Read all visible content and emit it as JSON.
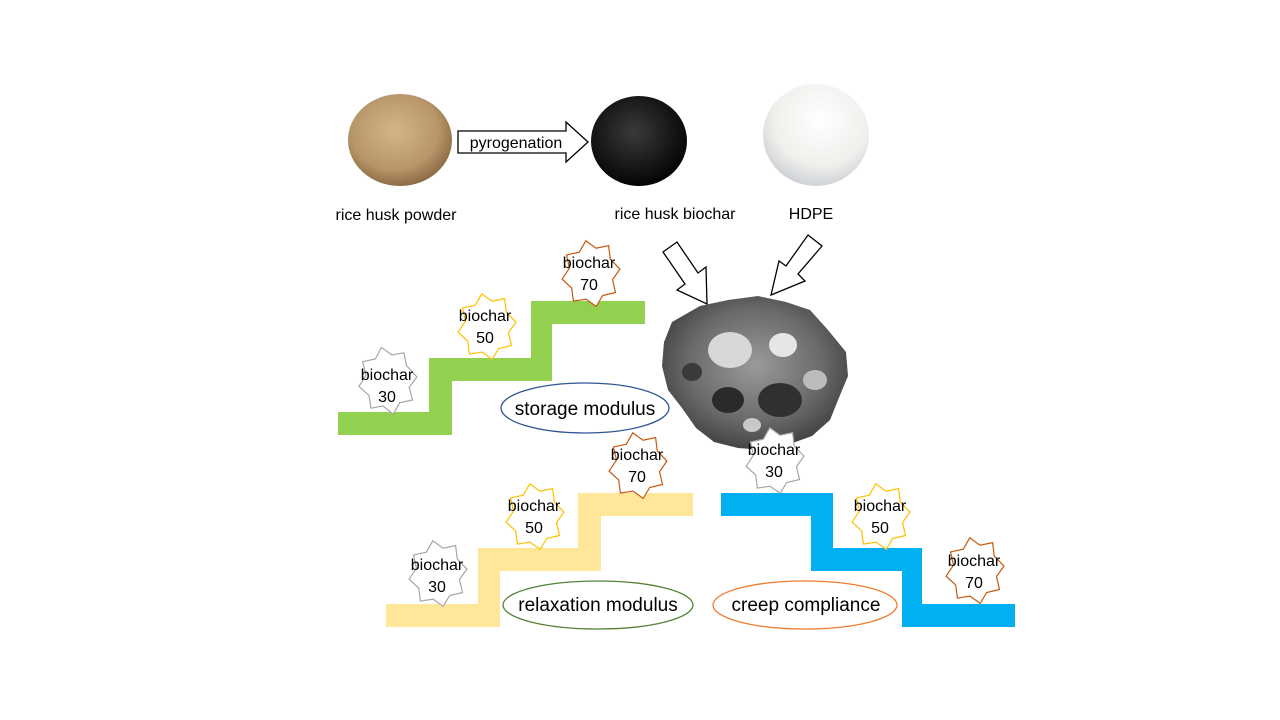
{
  "materials": {
    "rice_husk_powder": "rice husk powder",
    "rice_husk_biochar": "rice husk biochar",
    "hdpe": "HDPE"
  },
  "process": {
    "pyrogenation": "pyrogenation"
  },
  "properties": {
    "storage_modulus": "storage modulus",
    "relaxation_modulus": "relaxation modulus",
    "creep_compliance": "creep compliance"
  },
  "badge_word": "biochar",
  "badge_levels": {
    "low": "30",
    "mid": "50",
    "high": "70"
  },
  "colors": {
    "powder": "#b8956a",
    "biochar": "#1a1a1a",
    "hdpe": "#f0f0ee",
    "composite": "#6f6f6f",
    "storage_steps": "#92d050",
    "relaxation_steps": "#ffe699",
    "creep_steps": "#00b0f0",
    "storage_ellipse": "#2e5597",
    "relaxation_ellipse": "#548235",
    "creep_ellipse": "#ed7d31",
    "badge_30": "#a6a6a6",
    "badge_50": "#ffc000",
    "badge_70": "#c55a11"
  }
}
